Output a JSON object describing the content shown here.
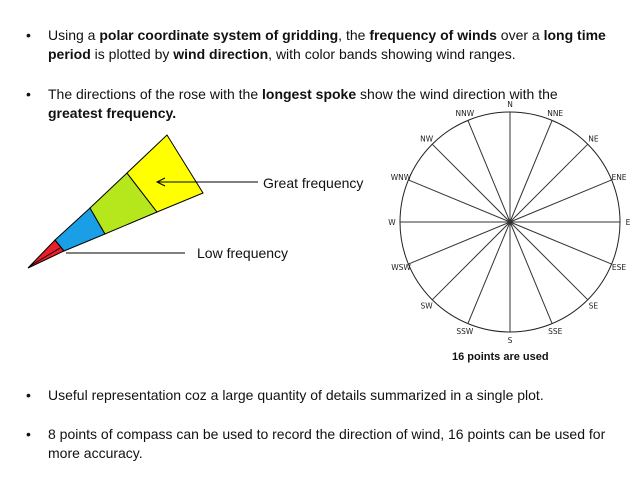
{
  "bullets": {
    "b1": {
      "dot": "•",
      "t1": "Using a ",
      "t2": "polar coordinate system of gridding",
      "t3": ", the ",
      "t4": "frequency of winds",
      "t5": " over a ",
      "t6": "long time period",
      "t7": " is plotted by ",
      "t8": "wind direction",
      "t9": ", with color bands showing wind ranges."
    },
    "b2": {
      "dot": "•",
      "t1": "The directions of the rose with the ",
      "t2": "longest spoke",
      "t3": " show the wind direction with the ",
      "t4": "greatest frequency."
    },
    "b3": {
      "dot": "•",
      "t1": "Useful representation coz a large quantity of details summarized in a single plot."
    },
    "b4": {
      "dot": "•",
      "t1": "8 points of compass can be used to record the direction of wind, 16 points can be used for more accuracy."
    }
  },
  "labels": {
    "great": "Great frequency",
    "low": "Low frequency",
    "caption": "16 points are used"
  },
  "rose": {
    "directions": [
      "N",
      "NNE",
      "NE",
      "ENE",
      "E",
      "ESE",
      "SE",
      "SSE",
      "S",
      "SSW",
      "SW",
      "WSW",
      "W",
      "WNW",
      "NW",
      "NNW"
    ]
  },
  "colors": {
    "band1": "#e8202a",
    "band2": "#1a9ee6",
    "band3": "#b6e61c",
    "band4": "#ffff00"
  }
}
